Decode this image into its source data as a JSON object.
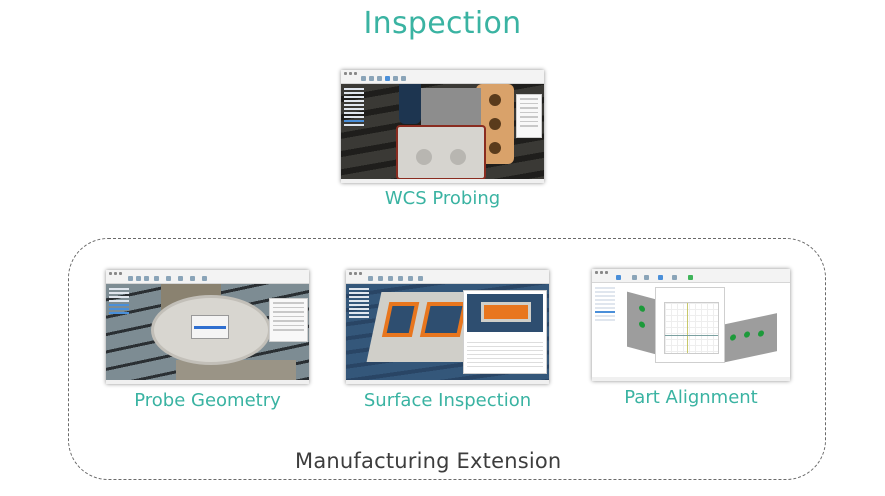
{
  "title": "Inspection",
  "colors": {
    "accent": "#3ab3a2",
    "group_label": "#3d3d3d",
    "group_border": "#6a6a6a"
  },
  "top_item": {
    "label": "WCS Probing",
    "thumbnail": "wcs-probing-screenshot"
  },
  "group": {
    "label": "Manufacturing Extension",
    "items": [
      {
        "label": "Probe Geometry",
        "thumbnail": "probe-geometry-screenshot"
      },
      {
        "label": "Surface Inspection",
        "thumbnail": "surface-inspection-screenshot"
      },
      {
        "label": "Part Alignment",
        "thumbnail": "part-alignment-screenshot"
      }
    ]
  }
}
